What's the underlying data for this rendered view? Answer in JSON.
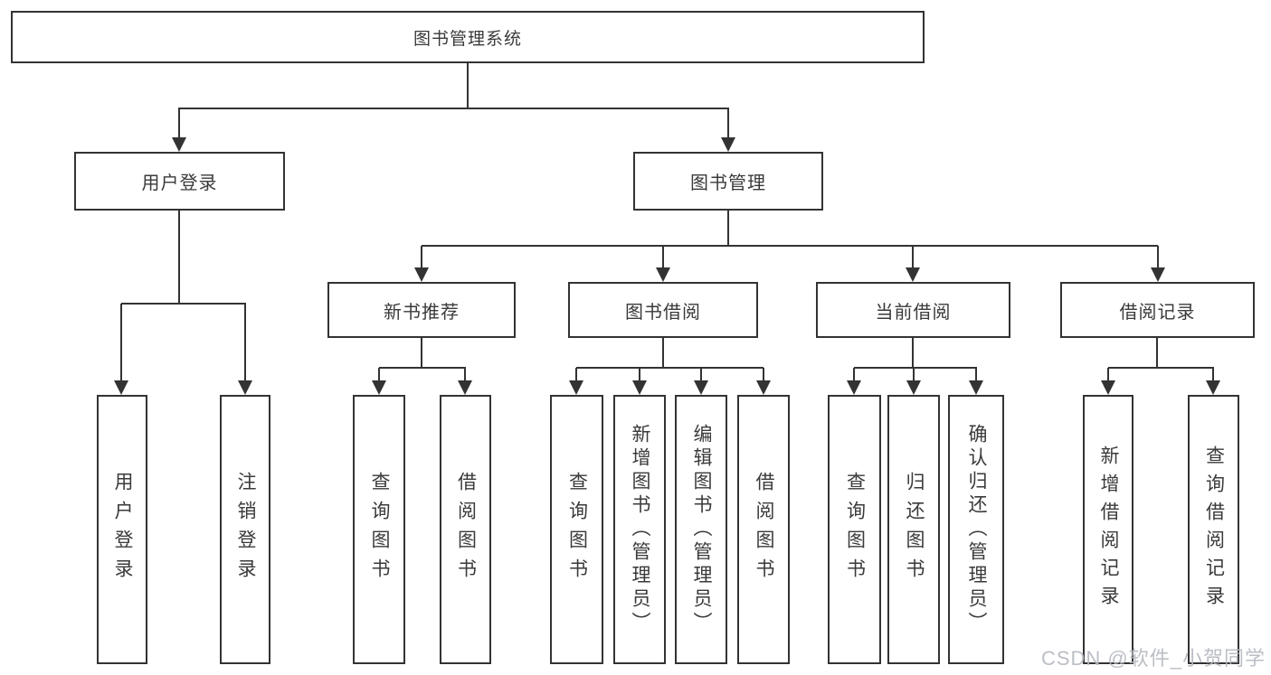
{
  "title": "图书管理系统",
  "level2": {
    "user_login": "用户登录",
    "book_management": "图书管理"
  },
  "level3": {
    "new_book_recommend": "新书推荐",
    "book_borrowing": "图书借阅",
    "current_borrowing": "当前借阅",
    "borrowing_records": "借阅记录"
  },
  "leaves": {
    "user_login_group": [
      "用户登录",
      "注销登录"
    ],
    "new_book_group": [
      "查询图书",
      "借阅图书"
    ],
    "borrowing_group": [
      "查询图书",
      "新增图书（管理员）",
      "编辑图书（管理员）",
      "借阅图书"
    ],
    "current_group": [
      "查询图书",
      "归还图书",
      "确认归还（管理员）"
    ],
    "records_group": [
      "新增借阅记录",
      "查询借阅记录"
    ]
  },
  "watermark": "CSDN @软件_小贺同学",
  "colors": {
    "line": "#333333",
    "text": "#3a3a3a",
    "watermark": "#b4b8bf",
    "background": "#ffffff"
  }
}
